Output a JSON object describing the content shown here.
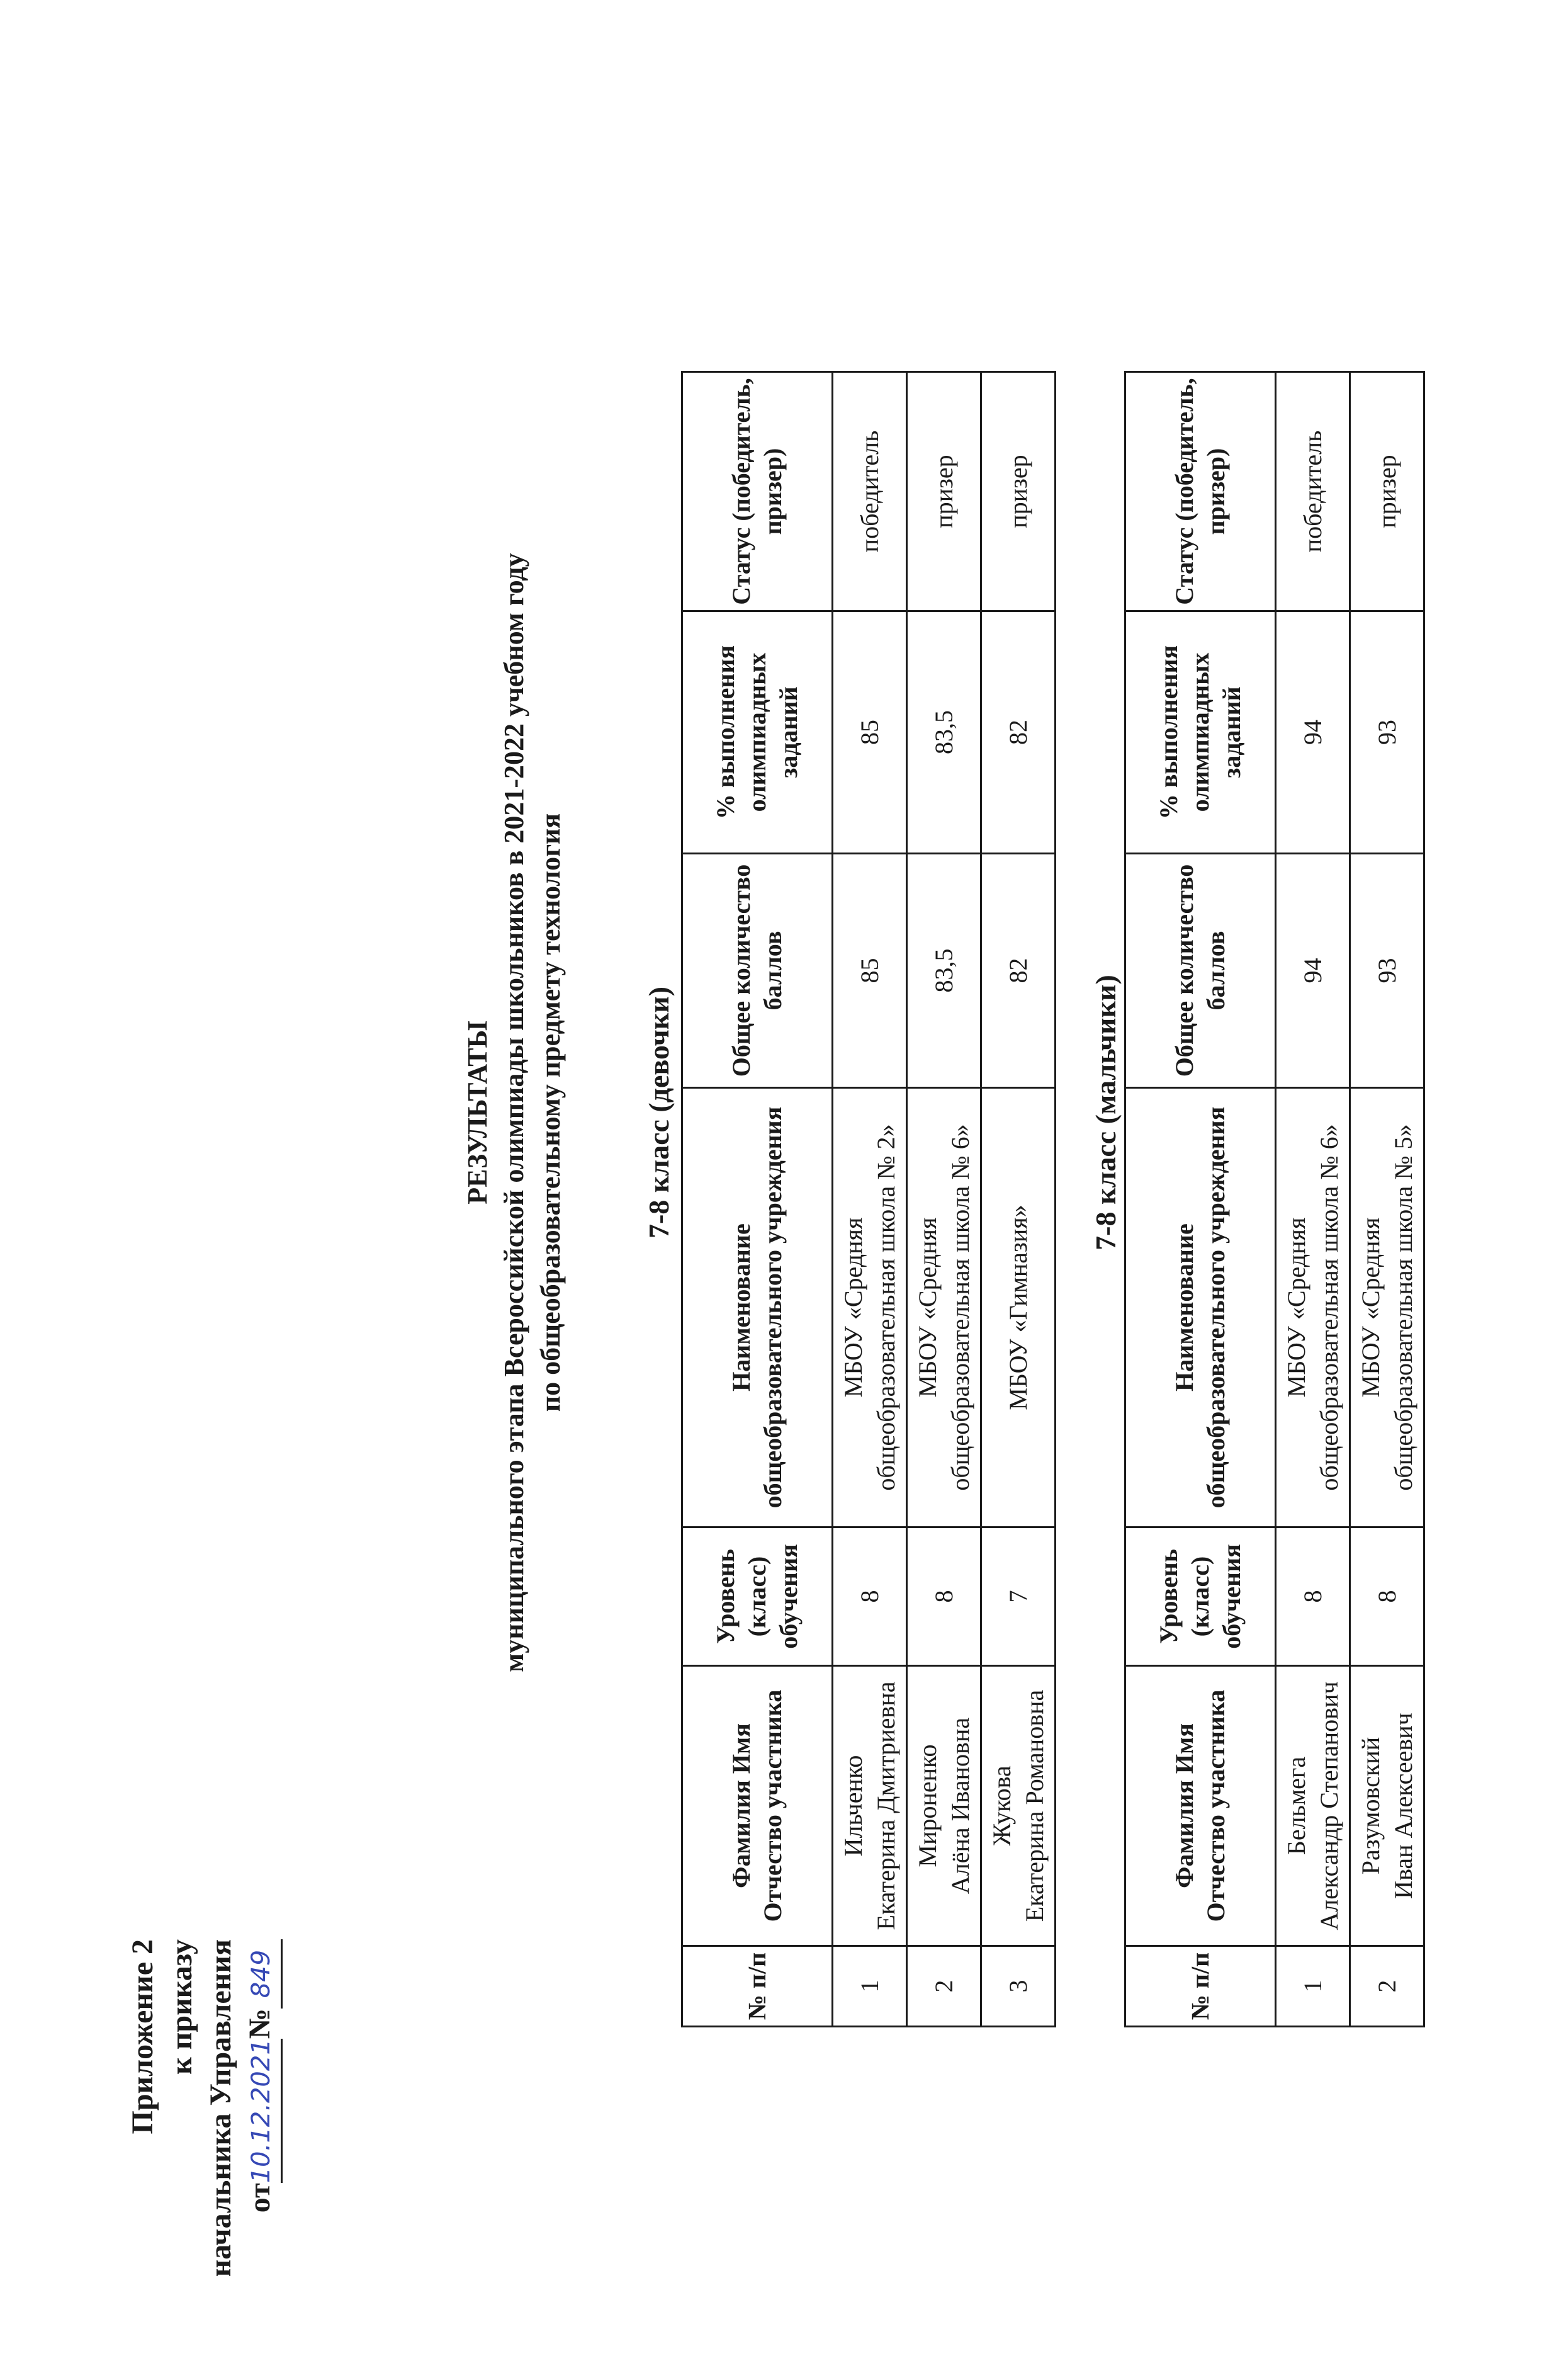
{
  "appendix": {
    "line1": "Приложение 2",
    "line2": "к приказу",
    "line3": "начальника Управления",
    "from_label": "от",
    "date_value": "10.12.2021",
    "number_label": "№",
    "number_value": "849"
  },
  "header": {
    "title": "РЕЗУЛЬТАТЫ",
    "subtitle": "муниципального этапа Всероссийской олимпиады школьников в 2021-2022 учебном году",
    "subject": "по общеобразовательному предмету технология"
  },
  "columns": [
    "№ п/п",
    "Фамилия Имя Отчество участника",
    "Уровень (класс) обучения",
    "Наименование общеобразовательного учреждения",
    "Общее количество баллов",
    "% выполнения олимпиадных заданий",
    "Статус (победитель, призер)"
  ],
  "sections": [
    {
      "title": "7-8 класс (девочки)",
      "rows": [
        {
          "n": "1",
          "surname": "Ильченко",
          "name": "Екатерина Дмитриевна",
          "grade": "8",
          "school1": "МБОУ «Средняя",
          "school2": "общеобразовательная школа № 2»",
          "score": "85",
          "percent": "85",
          "status": "победитель"
        },
        {
          "n": "2",
          "surname": "Мироненко",
          "name": "Алёна Ивановна",
          "grade": "8",
          "school1": "МБОУ «Средняя",
          "school2": "общеобразовательная школа № 6»",
          "score": "83,5",
          "percent": "83,5",
          "status": "призер"
        },
        {
          "n": "3",
          "surname": "Жукова",
          "name": "Екатерина Романовна",
          "grade": "7",
          "school1": "МБОУ «Гимназия»",
          "school2": "",
          "score": "82",
          "percent": "82",
          "status": "призер"
        }
      ]
    },
    {
      "title": "7-8 класс (мальчики)",
      "rows": [
        {
          "n": "1",
          "surname": "Бельмега",
          "name": "Александр Степанович",
          "grade": "8",
          "school1": "МБОУ «Средняя",
          "school2": "общеобразовательная школа № 6»",
          "score": "94",
          "percent": "94",
          "status": "победитель"
        },
        {
          "n": "2",
          "surname": "Разумовский",
          "name": "Иван Алексеевич",
          "grade": "8",
          "school1": "МБОУ «Средняя",
          "school2": "общеобразовательная школа № 5»",
          "score": "93",
          "percent": "93",
          "status": "призер"
        }
      ]
    }
  ]
}
